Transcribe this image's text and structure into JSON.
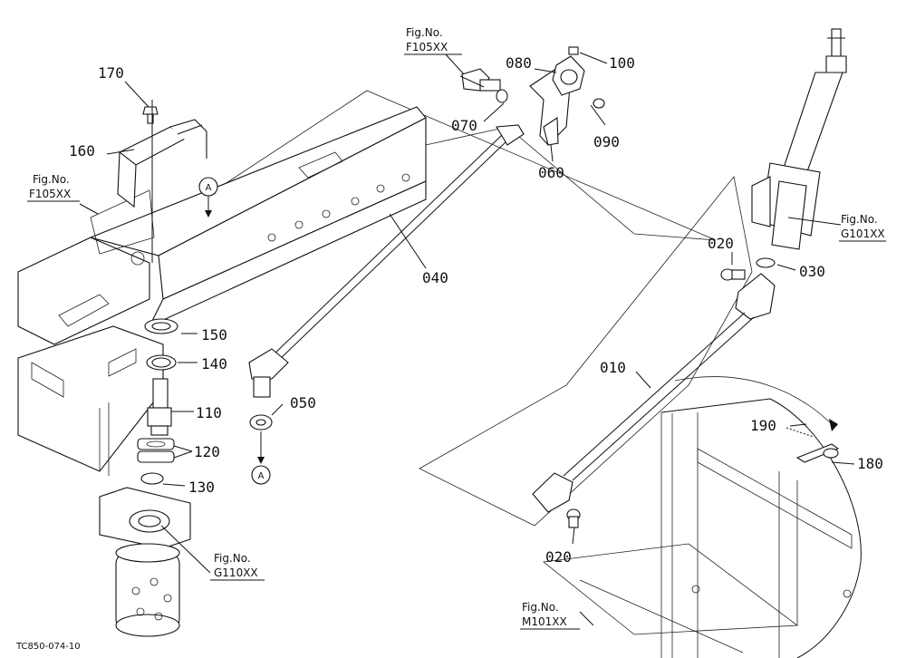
{
  "image_code": "TC850-074-10",
  "callout_letter": "A",
  "part_numbers": [
    "010",
    "020",
    "030",
    "040",
    "050",
    "060",
    "070",
    "080",
    "090",
    "100",
    "110",
    "120",
    "130",
    "140",
    "150",
    "160",
    "170",
    "180",
    "190"
  ],
  "fig_refs": {
    "prefix": "Fig.No.",
    "f105_top": "F105XX",
    "f105_left": "F105XX",
    "g101": "G101XX",
    "g110": "G110XX",
    "m101": "M101XX"
  }
}
